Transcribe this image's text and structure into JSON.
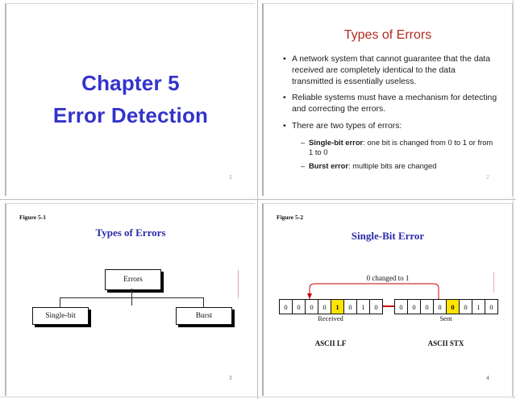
{
  "document": {
    "type": "slide-thumbnail-grid",
    "columns": 2,
    "rows": 2,
    "colors": {
      "title_blue": "#3333CC",
      "heading_red": "#B02A20",
      "figure_blue": "#2B2BAA",
      "highlight_yellow": "#FFE400",
      "arrow_red": "#CC0000"
    }
  },
  "slides": [
    {
      "number": "1",
      "title_line1": "Chapter 5",
      "title_line2": "Error Detection"
    },
    {
      "number": "2",
      "heading": "Types of Errors",
      "bullets": [
        {
          "marker": "•",
          "text": "A network system that cannot guarantee that the data received are completely identical to the data transmitted is essentially useless."
        },
        {
          "marker": "•",
          "text": "Reliable systems must have a mechanism for detecting and correcting the errors."
        },
        {
          "marker": "•",
          "text": "There are two types of errors:"
        }
      ],
      "sub_bullets": [
        {
          "marker": "–",
          "lead": "Single-bit error",
          "text": ": one bit is changed from 0 to 1 or from 1 to 0"
        },
        {
          "marker": "–",
          "lead": "Burst error",
          "text": ": multiple bits are changed"
        }
      ]
    },
    {
      "number": "3",
      "figure_label": "Figure 5-1",
      "heading": "Types of Errors",
      "tree": {
        "root": "Errors",
        "left": "Single-bit",
        "right": "Burst"
      }
    },
    {
      "number": "4",
      "figure_label": "Figure 5-2",
      "heading": "Single-Bit Error",
      "annotation": "0 changed to 1",
      "received": {
        "caption": "Received",
        "ascii": "ASCII  LF",
        "bits": [
          "0",
          "0",
          "0",
          "0",
          "1",
          "0",
          "1",
          "0"
        ],
        "highlight_index": 4
      },
      "sent": {
        "caption": "Sent",
        "ascii": "ASCII  STX",
        "bits": [
          "0",
          "0",
          "0",
          "0",
          "0",
          "0",
          "1",
          "0"
        ],
        "highlight_index": 4
      }
    }
  ]
}
